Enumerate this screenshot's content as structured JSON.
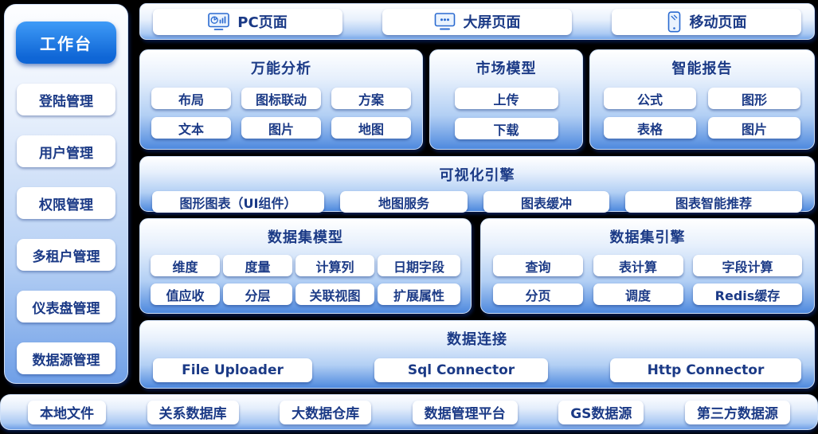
{
  "colors": {
    "background": "#000000",
    "ink": "#1b3a86",
    "panel_blue_bottom": "#4e89de",
    "active_button_blue": "#0f66d6",
    "icon_stroke": "#2a6ad0"
  },
  "sidebar": {
    "active_item": "工作台",
    "items": [
      "登陆管理",
      "用户管理",
      "权限管理",
      "多租户管理",
      "仪表盘管理",
      "数据源管理"
    ]
  },
  "top_bar": {
    "items": [
      {
        "label": "PC页面",
        "icon": "pc-chart-icon"
      },
      {
        "label": "大屏页面",
        "icon": "screen-dots-icon"
      },
      {
        "label": "移动页面",
        "icon": "mobile-icon"
      }
    ]
  },
  "analysis": {
    "universal": {
      "title": "万能分析",
      "buttons": [
        "布局",
        "图标联动",
        "方案",
        "文本",
        "图片",
        "地图"
      ]
    },
    "market": {
      "title": "市场模型",
      "buttons": [
        "上传",
        "下载"
      ]
    },
    "report": {
      "title": "智能报告",
      "buttons": [
        "公式",
        "图形",
        "表格",
        "图片"
      ]
    }
  },
  "viz_engine": {
    "title": "可视化引擎",
    "buttons": [
      "图形图表（UI组件）",
      "地图服务",
      "图表缓冲",
      "图表智能推荐"
    ]
  },
  "dataset": {
    "model": {
      "title": "数据集模型",
      "buttons": [
        "维度",
        "度量",
        "计算列",
        "日期字段",
        "值应收",
        "分层",
        "关联视图",
        "扩展属性"
      ]
    },
    "engine": {
      "title": "数据集引擎",
      "buttons": [
        "查询",
        "表计算",
        "字段计算",
        "分页",
        "调度",
        "Redis缓存"
      ]
    }
  },
  "data_connect": {
    "title": "数据连接",
    "buttons": [
      "File Uploader",
      "Sql Connector",
      "Http Connector"
    ]
  },
  "bottom_bar": {
    "items": [
      "本地文件",
      "关系数据库",
      "大数据仓库",
      "数据管理平台",
      "GS数据源",
      "第三方数据源"
    ]
  }
}
